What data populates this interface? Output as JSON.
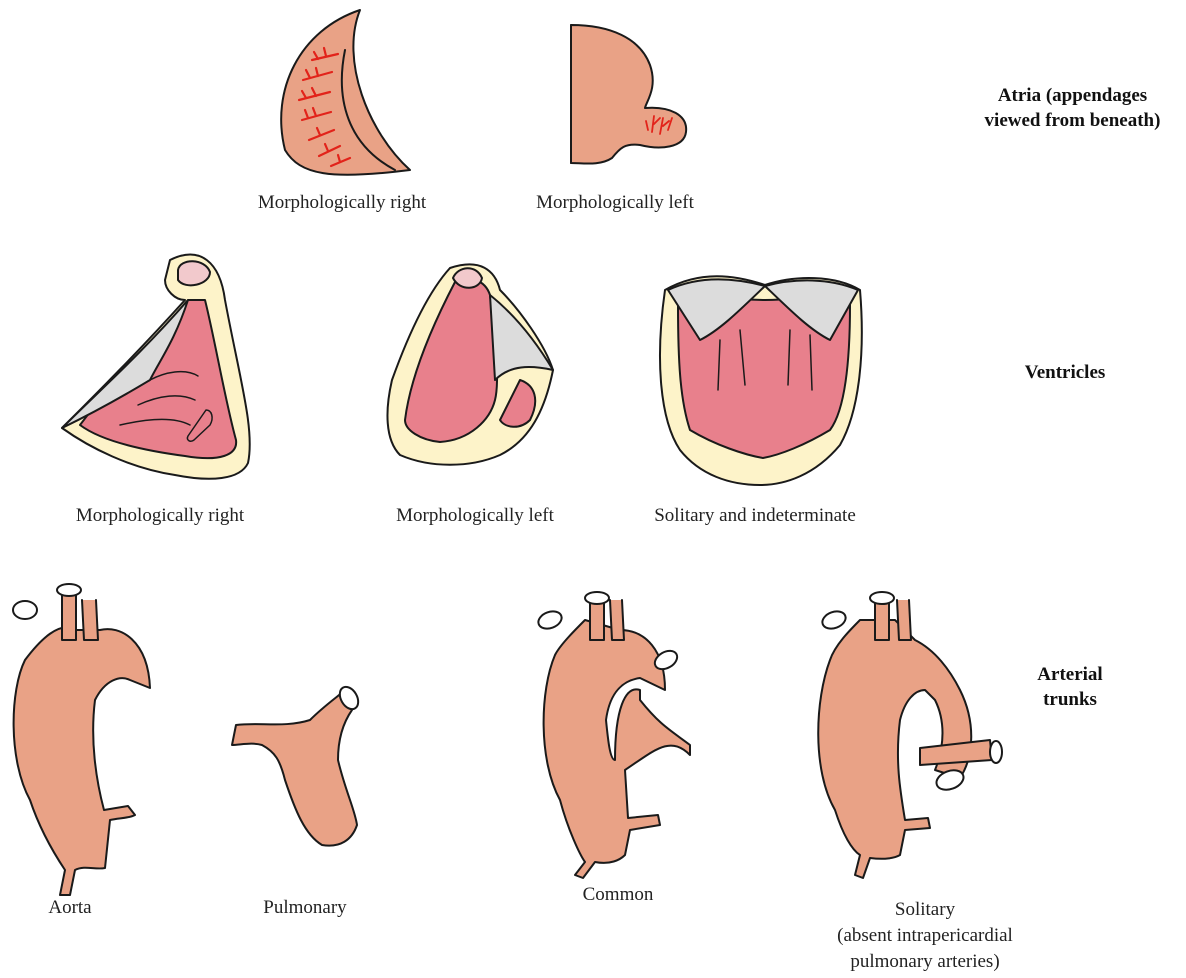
{
  "colors": {
    "vessel_fill": "#e9a286",
    "muscle_fill": "#e8808c",
    "wall_fill": "#fdf3c9",
    "valve_fill": "#dcdcdc",
    "pectinate_red": "#e2231a",
    "outline": "#1a1a1a"
  },
  "rows": [
    {
      "id": "atria",
      "label_lines": [
        "Atria (appendages",
        "viewed from beneath)"
      ],
      "captions": [
        "Morphologically right",
        "Morphologically left"
      ]
    },
    {
      "id": "ventricles",
      "label_lines": [
        "Ventricles"
      ],
      "captions": [
        "Morphologically right",
        "Morphologically left",
        "Solitary and indeterminate"
      ]
    },
    {
      "id": "arterial_trunks",
      "label_lines": [
        "Arterial",
        "trunks"
      ],
      "captions": [
        "Aorta",
        "Pulmonary",
        "Common"
      ],
      "solitary_caption_lines": [
        "Solitary",
        "(absent intrapericardial",
        "pulmonary arteries)"
      ]
    }
  ]
}
